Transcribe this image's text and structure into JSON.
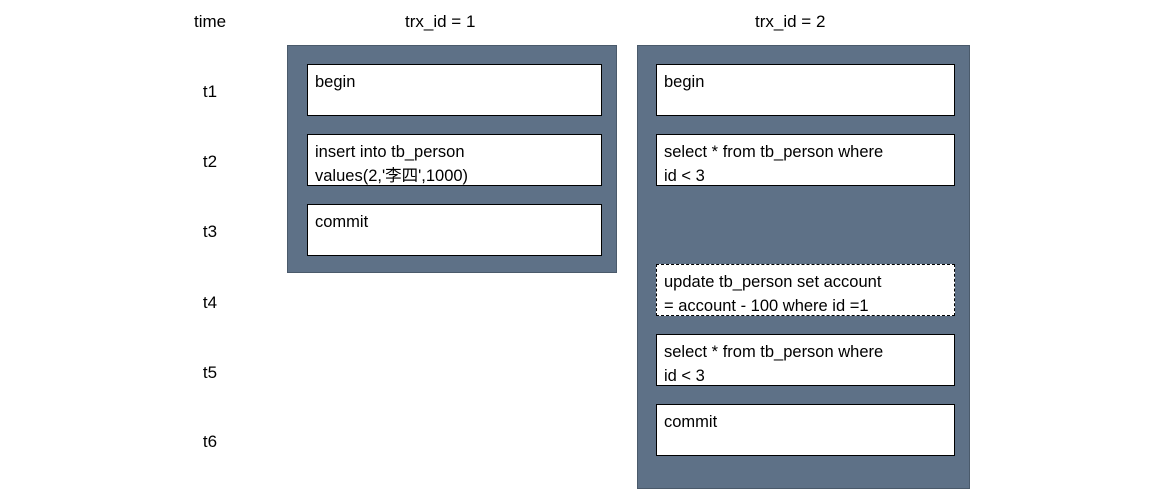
{
  "headers": {
    "time": "time",
    "trx1": "trx_id = 1",
    "trx2": "trx_id = 2"
  },
  "time_labels": [
    "t1",
    "t2",
    "t3",
    "t4",
    "t5",
    "t6"
  ],
  "colors": {
    "panel": "#5e7187",
    "box_background": "#ffffff",
    "border": "#000000",
    "text": "#000000",
    "page_background": "#ffffff"
  },
  "trx1_statements": [
    {
      "time": "t1",
      "text": "begin",
      "style": "solid"
    },
    {
      "time": "t2",
      "text": "insert into tb_person\nvalues(2,'李四',1000)",
      "style": "solid"
    },
    {
      "time": "t3",
      "text": "commit",
      "style": "solid"
    }
  ],
  "trx2_statements": [
    {
      "time": "t1",
      "text": "begin",
      "style": "solid"
    },
    {
      "time": "t2",
      "text": "select * from tb_person where\nid < 3",
      "style": "solid"
    },
    {
      "time": "t4",
      "text": "update tb_person set account\n= account - 100 where id =1",
      "style": "dashed"
    },
    {
      "time": "t5",
      "text": "select * from tb_person where\nid < 3",
      "style": "solid"
    },
    {
      "time": "t6",
      "text": "commit",
      "style": "solid"
    }
  ]
}
